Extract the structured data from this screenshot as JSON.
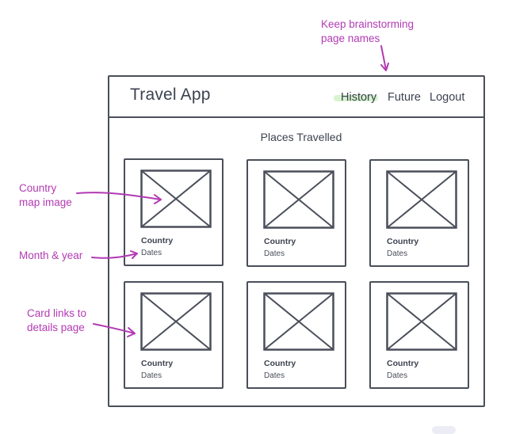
{
  "app": {
    "title": "Travel App",
    "nav": [
      "History",
      "Future",
      "Logout"
    ]
  },
  "main": {
    "section_title": "Places Travelled",
    "cards": [
      {
        "country": "Country",
        "dates": "Dates"
      },
      {
        "country": "Country",
        "dates": "Dates"
      },
      {
        "country": "Country",
        "dates": "Dates"
      },
      {
        "country": "Country",
        "dates": "Dates"
      },
      {
        "country": "Country",
        "dates": "Dates"
      },
      {
        "country": "Country",
        "dates": "Dates"
      }
    ]
  },
  "annotations": {
    "nav_note": [
      "Keep brainstorming",
      "page names"
    ],
    "image_note": [
      "Country",
      "map image"
    ],
    "dates_note": "Month & year",
    "card_note": [
      "Card links to",
      "details page"
    ]
  },
  "colors": {
    "annotation": "#b23ab4",
    "wireframe": "#4a4f5a",
    "highlight": "#d7f3cf"
  }
}
